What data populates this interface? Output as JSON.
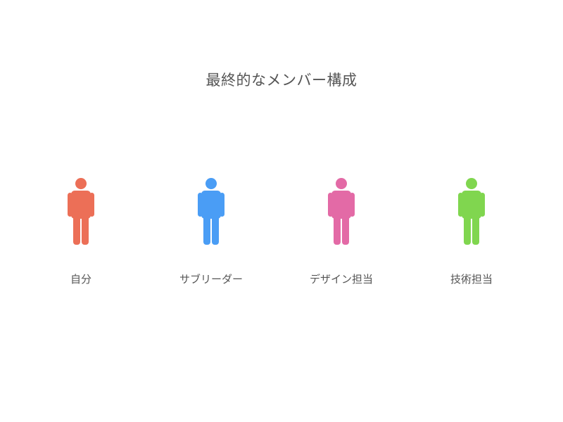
{
  "title": "最終的なメンバー構成",
  "members": [
    {
      "label": "自分",
      "color": "#EC6F57",
      "icon": "person-icon"
    },
    {
      "label": "サブリーダー",
      "color": "#4A9DF5",
      "icon": "person-icon"
    },
    {
      "label": "デザイン担当",
      "color": "#E36AA6",
      "icon": "person-icon"
    },
    {
      "label": "技術担当",
      "color": "#80D64F",
      "icon": "person-icon"
    }
  ]
}
